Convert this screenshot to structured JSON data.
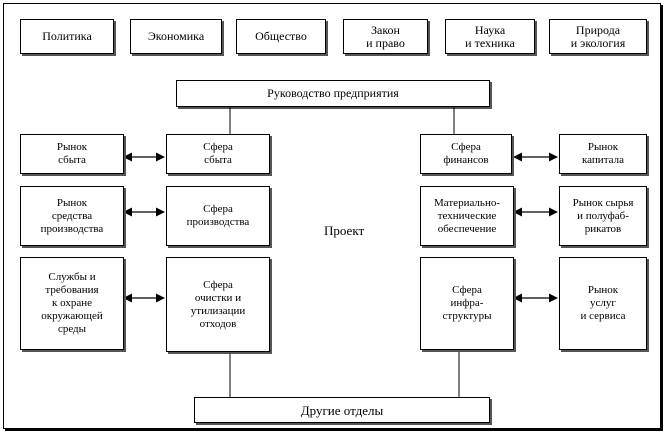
{
  "top_row": [
    {
      "label": "Политика"
    },
    {
      "label": "Экономика"
    },
    {
      "label": "Общество"
    },
    {
      "label": "Закон\nи право"
    },
    {
      "label": "Наука\nи техника"
    },
    {
      "label": "Природа\nи экология"
    }
  ],
  "management": "Руководство предприятия",
  "center": "Проект",
  "bottom": "Другие отделы",
  "left_markets": [
    "Рынок\nсбыта",
    "Рынок\nсредства\nпроизводства",
    "Службы и\nтребования\nк охране\nокружающей\nсреды"
  ],
  "left_spheres": [
    "Сфера\nсбыта",
    "Сфера\nпроизводства",
    "Сфера\nочистки и\nутилизации\nотходов"
  ],
  "right_spheres": [
    "Сфера\nфинансов",
    "Материально-\nтехнические\nобеспечение",
    "Сфера\nинфра-\nструктуры"
  ],
  "right_markets": [
    "Рынок\nкапитала",
    "Рынок сырья\nи полуфаб-\nрикатов",
    "Рынок\nуслуг\nи сервиса"
  ]
}
